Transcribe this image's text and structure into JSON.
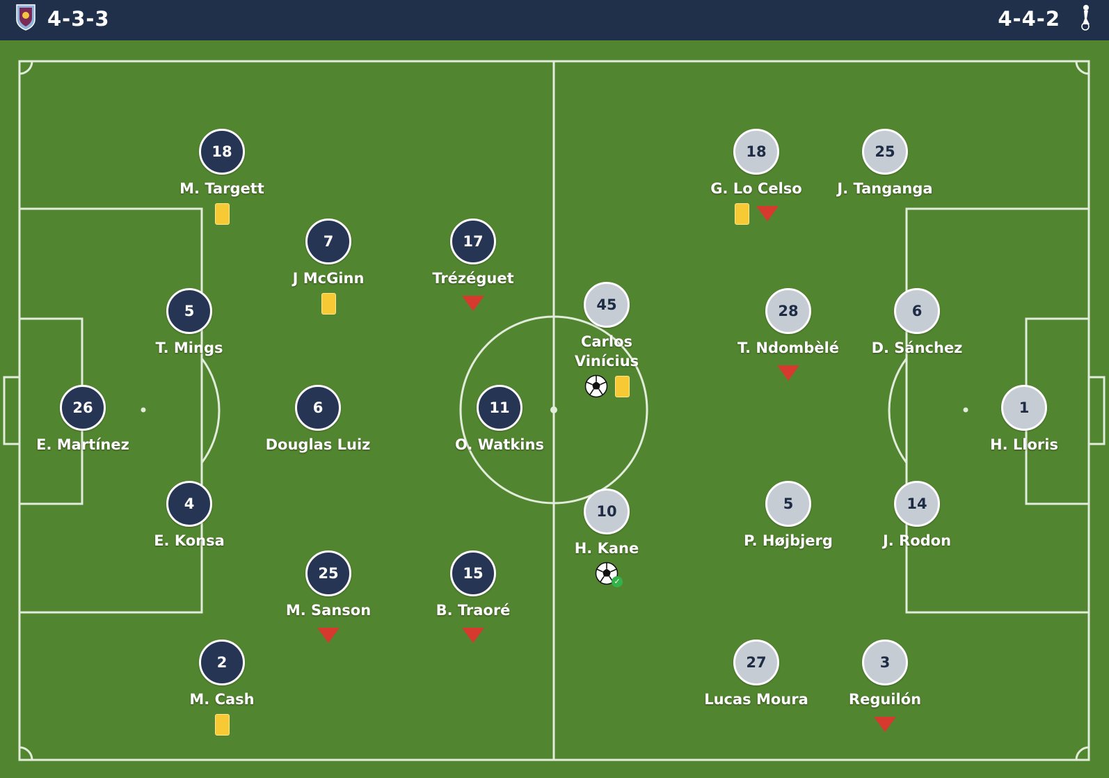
{
  "home": {
    "formation": "4-3-3",
    "crest_icon": "aston-villa-crest",
    "players": [
      {
        "number": "18",
        "name": "M. Targett",
        "events": [
          "yellow-card"
        ]
      },
      {
        "number": "5",
        "name": "T. Mings",
        "events": []
      },
      {
        "number": "26",
        "name": "E. Martínez",
        "events": []
      },
      {
        "number": "4",
        "name": "E. Konsa",
        "events": []
      },
      {
        "number": "2",
        "name": "M. Cash",
        "events": [
          "yellow-card"
        ]
      },
      {
        "number": "7",
        "name": "J McGinn",
        "events": [
          "yellow-card"
        ]
      },
      {
        "number": "6",
        "name": "Douglas Luiz",
        "events": []
      },
      {
        "number": "25",
        "name": "M. Sanson",
        "events": [
          "sub-off"
        ]
      },
      {
        "number": "17",
        "name": "Trézéguet",
        "events": [
          "sub-off"
        ]
      },
      {
        "number": "11",
        "name": "O. Watkins",
        "events": []
      },
      {
        "number": "15",
        "name": "B. Traoré",
        "events": [
          "sub-off"
        ]
      }
    ]
  },
  "away": {
    "formation": "4-4-2",
    "crest_icon": "tottenham-crest",
    "players": [
      {
        "number": "45",
        "name": "Carlos Vinícius",
        "events": [
          "goal",
          "yellow-card"
        ]
      },
      {
        "number": "10",
        "name": "H. Kane",
        "events": [
          "goal-confirmed"
        ]
      },
      {
        "number": "18",
        "name": "G. Lo Celso",
        "events": [
          "yellow-card",
          "sub-off"
        ]
      },
      {
        "number": "28",
        "name": "T. Ndombèlé",
        "events": [
          "sub-off"
        ]
      },
      {
        "number": "5",
        "name": "P. Højbjerg",
        "events": []
      },
      {
        "number": "27",
        "name": "Lucas Moura",
        "events": []
      },
      {
        "number": "25",
        "name": "J. Tanganga",
        "events": []
      },
      {
        "number": "6",
        "name": "D. Sánchez",
        "events": []
      },
      {
        "number": "14",
        "name": "J. Rodon",
        "events": []
      },
      {
        "number": "3",
        "name": "Reguilón",
        "events": [
          "sub-off"
        ]
      },
      {
        "number": "1",
        "name": "H. Lloris",
        "events": []
      }
    ]
  },
  "colors": {
    "topbar": "#20304a",
    "pitch": "#52852f",
    "home_shirt": "#263553",
    "away_shirt": "#c5ccd3",
    "yellow_card": "#f7c935",
    "sub_off_arrow": "#d63a2f"
  }
}
